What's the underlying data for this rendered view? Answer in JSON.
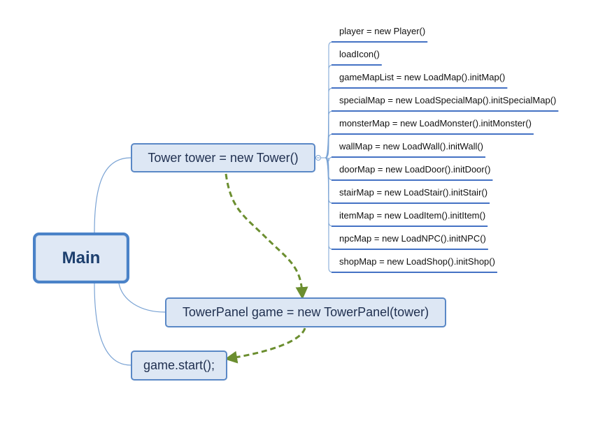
{
  "nodes": {
    "main": "Main",
    "tower": "Tower tower = new Tower()",
    "panel": "TowerPanel game = new TowerPanel(tower)",
    "start": "game.start();"
  },
  "leaves": [
    "player = new Player()",
    "loadIcon()",
    "gameMapList = new LoadMap().initMap()",
    "specialMap = new LoadSpecialMap().initSpecialMap()",
    "monsterMap = new LoadMonster().initMonster()",
    "wallMap = new LoadWall().initWall()",
    "doorMap = new LoadDoor().initDoor()",
    "stairMap = new LoadStair().initStair()",
    "itemMap = new LoadItem().initItem()",
    "npcMap = new LoadNPC().initNPC()",
    "shopMap = new LoadShop().initShop()"
  ],
  "colors": {
    "node_fill": "#dde7f4",
    "node_border": "#5a88c6",
    "root_border": "#4a82c8",
    "branch_line": "#7aa3d4",
    "leaf_underline": "#4472c4",
    "arrow": "#6b8e2f"
  },
  "icons": {
    "collapse": "collapse-toggle-icon",
    "arrowhead": "arrowhead-icon"
  }
}
